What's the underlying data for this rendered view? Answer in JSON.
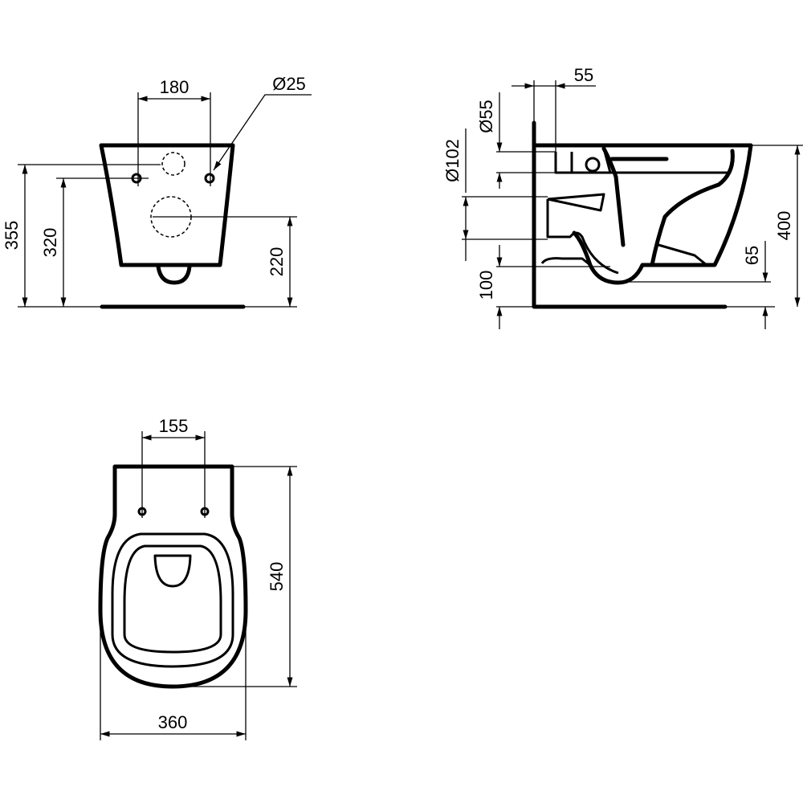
{
  "front_view": {
    "width_between_holes": "180",
    "hole_diameter": "Ø25",
    "height_355": "355",
    "height_320": "320",
    "height_220": "220"
  },
  "side_view": {
    "depth_55": "55",
    "diameter_55": "Ø55",
    "diameter_102": "Ø102",
    "height_100": "100",
    "height_400": "400",
    "height_65": "65"
  },
  "top_view": {
    "hole_spacing": "155",
    "length": "540",
    "width": "360"
  },
  "colors": {
    "line": "#000000",
    "background": "#ffffff"
  }
}
